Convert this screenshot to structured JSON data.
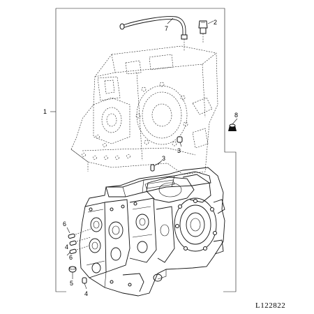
{
  "figure_id": "L122822",
  "callouts": [
    {
      "key": "c1",
      "text": "1"
    },
    {
      "key": "c2",
      "text": "2"
    },
    {
      "key": "c3a",
      "text": "3"
    },
    {
      "key": "c3b",
      "text": "3"
    },
    {
      "key": "c4a",
      "text": "4"
    },
    {
      "key": "c4b",
      "text": "4"
    },
    {
      "key": "c5",
      "text": "5"
    },
    {
      "key": "c6a",
      "text": "6"
    },
    {
      "key": "c6b",
      "text": "6"
    },
    {
      "key": "c7",
      "text": "7"
    },
    {
      "key": "c8",
      "text": "8"
    }
  ]
}
